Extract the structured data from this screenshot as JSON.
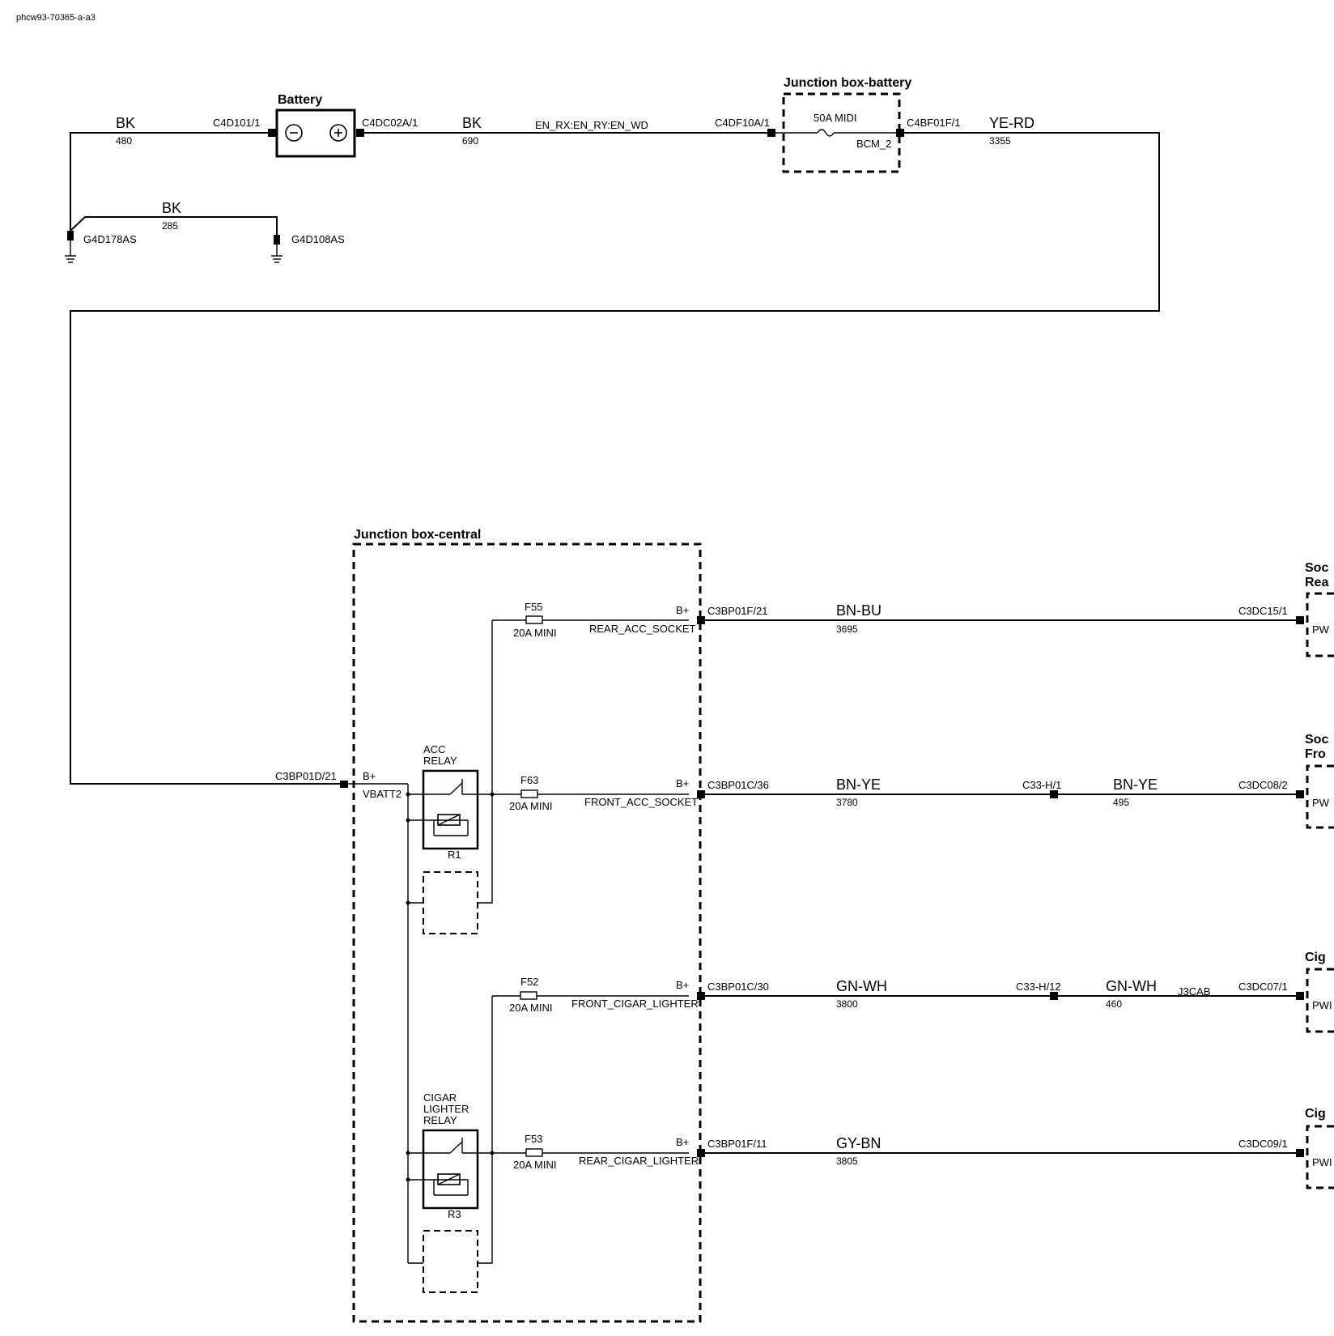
{
  "doc_id": "phcw93-70365-a-a3",
  "battery": {
    "title": "Battery",
    "conn_neg": "C4D101/1",
    "conn_pos": "C4DC02A/1"
  },
  "wires": {
    "bk480": {
      "color": "BK",
      "num": "480"
    },
    "bk690": {
      "color": "BK",
      "num": "690"
    },
    "bk285": {
      "color": "BK",
      "num": "285"
    },
    "yerd": {
      "color": "YE-RD",
      "num": "3355"
    },
    "bnbu": {
      "color": "BN-BU",
      "num": "3695"
    },
    "bnye1": {
      "color": "BN-YE",
      "num": "3780"
    },
    "bnye2": {
      "color": "BN-YE",
      "num": "495"
    },
    "gnwh1": {
      "color": "GN-WH",
      "num": "3800"
    },
    "gnwh2": {
      "color": "GN-WH",
      "num": "460"
    },
    "gybn": {
      "color": "GY-BN",
      "num": "3805"
    }
  },
  "grounds": {
    "g1": "G4D178AS",
    "g2": "G4D108AS"
  },
  "en_label": "EN_RX:EN_RY:EN_WD",
  "jbb": {
    "title": "Junction box-battery",
    "conn_in": "C4DF10A/1",
    "fuse": "50A MIDI",
    "sig": "BCM_2",
    "conn_out": "C4BF01F/1"
  },
  "jbc": {
    "title": "Junction box-central",
    "conn_in": "C3BP01D/21",
    "bplus": "B+",
    "vbatt": "VBATT2",
    "relay1": {
      "name": "ACC\nRELAY",
      "line1": "ACC",
      "line2": "RELAY",
      "id": "R1"
    },
    "relay3": {
      "line1": "CIGAR",
      "line2": "LIGHTER",
      "line3": "RELAY",
      "id": "R3"
    },
    "f55": {
      "id": "F55",
      "rating": "20A MINI",
      "bplus": "B+",
      "sig": "REAR_ACC_SOCKET",
      "conn": "C3BP01F/21"
    },
    "f63": {
      "id": "F63",
      "rating": "20A MINI",
      "bplus": "B+",
      "sig": "FRONT_ACC_SOCKET",
      "conn": "C3BP01C/36"
    },
    "f52": {
      "id": "F52",
      "rating": "20A MINI",
      "bplus": "B+",
      "sig": "FRONT_CIGAR_LIGHTER",
      "conn": "C3BP01C/30"
    },
    "f53": {
      "id": "F53",
      "rating": "20A MINI",
      "bplus": "B+",
      "sig": "REAR_CIGAR_LIGHTER",
      "conn": "C3BP01F/11"
    }
  },
  "inline": {
    "c33h1": "C33-H/1",
    "c33h12": "C33-H/12",
    "j3cab": "J3CAB"
  },
  "right": {
    "soc_rear": {
      "title1": "Soc",
      "title2": "Rea",
      "conn": "C3DC15/1",
      "pin": "PW"
    },
    "soc_front": {
      "title1": "Soc",
      "title2": "Fro",
      "conn": "C3DC08/2",
      "pin": "PW"
    },
    "cig1": {
      "title1": "Cig",
      "conn": "C3DC07/1",
      "pin": "PWI"
    },
    "cig2": {
      "title1": "Cig",
      "conn": "C3DC09/1",
      "pin": "PWI"
    }
  }
}
